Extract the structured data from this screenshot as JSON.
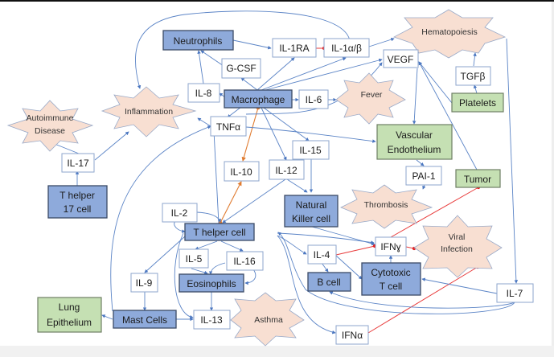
{
  "diagram": {
    "title": "Cytokine interaction network",
    "colors": {
      "cell_fill": "#8eaadb",
      "tissue_fill": "#c5e0b3",
      "condition_fill": "#f8dfd2",
      "cytokine_fill": "#ffffff",
      "activation_edge": "#5b84c6",
      "inhibition_edge": "#e83a3a",
      "bidirectional_edge": "#e07b30"
    },
    "nodes": {
      "neutrophils": {
        "label": "Neutrophils",
        "kind": "cell"
      },
      "il1ra": {
        "label": "IL-1RA",
        "kind": "cytokine"
      },
      "il1ab": {
        "label": "IL-1α/β",
        "kind": "cytokine"
      },
      "hematopoiesis": {
        "label": "Hematopoiesis",
        "kind": "condition"
      },
      "gcsf": {
        "label": "G-CSF",
        "kind": "cytokine"
      },
      "vegf": {
        "label": "VEGF",
        "kind": "cytokine"
      },
      "tgfb": {
        "label": "TGFβ",
        "kind": "cytokine"
      },
      "il8": {
        "label": "IL-8",
        "kind": "cytokine"
      },
      "macrophage": {
        "label": "Macrophage",
        "kind": "cell"
      },
      "il6": {
        "label": "IL-6",
        "kind": "cytokine"
      },
      "fever": {
        "label": "Fever",
        "kind": "condition"
      },
      "platelets": {
        "label": "Platelets",
        "kind": "tissue"
      },
      "autoimmune": {
        "label_line1": "Autoimmune",
        "label_line2": "Disease",
        "kind": "condition"
      },
      "inflammation": {
        "label": "Inflammation",
        "kind": "condition"
      },
      "tnfa": {
        "label": "TNFα",
        "kind": "cytokine"
      },
      "vascular": {
        "label_line1": "Vascular",
        "label_line2": "Endothelium",
        "kind": "tissue"
      },
      "il17": {
        "label": "IL-17",
        "kind": "cytokine"
      },
      "il15": {
        "label": "IL-15",
        "kind": "cytokine"
      },
      "il10": {
        "label": "IL-10",
        "kind": "cytokine"
      },
      "il12": {
        "label": "IL-12",
        "kind": "cytokine"
      },
      "pai1": {
        "label": "PAI-1",
        "kind": "cytokine"
      },
      "tumor": {
        "label": "Tumor",
        "kind": "tissue"
      },
      "th17": {
        "label_line1": "T helper",
        "label_line2": "17 cell",
        "kind": "cell"
      },
      "nk": {
        "label_line1": "Natural",
        "label_line2": "Killer cell",
        "kind": "cell"
      },
      "thrombosis": {
        "label": "Thrombosis",
        "kind": "condition"
      },
      "il2": {
        "label": "IL-2",
        "kind": "cytokine"
      },
      "thelper": {
        "label": "T helper cell",
        "kind": "cell"
      },
      "ifng": {
        "label": "IFNɣ",
        "kind": "cytokine"
      },
      "viral": {
        "label_line1": "Viral",
        "label_line2": "Infection",
        "kind": "condition"
      },
      "il5": {
        "label": "IL-5",
        "kind": "cytokine"
      },
      "il16": {
        "label": "IL-16",
        "kind": "cytokine"
      },
      "il4": {
        "label": "IL-4",
        "kind": "cytokine"
      },
      "il9": {
        "label": "IL-9",
        "kind": "cytokine"
      },
      "eosinophils": {
        "label": "Eosinophils",
        "kind": "cell"
      },
      "cytotoxic": {
        "label_line1": "Cytotoxic",
        "label_line2": "T cell",
        "kind": "cell"
      },
      "bcell": {
        "label": "B cell",
        "kind": "cell"
      },
      "il7": {
        "label": "IL-7",
        "kind": "cytokine"
      },
      "lung": {
        "label_line1": "Lung",
        "label_line2": "Epithelium",
        "kind": "tissue"
      },
      "mast": {
        "label": "Mast Cells",
        "kind": "cell"
      },
      "il13": {
        "label": "IL-13",
        "kind": "cytokine"
      },
      "asthma": {
        "label": "Asthma",
        "kind": "condition"
      },
      "ifna": {
        "label": "IFNα",
        "kind": "cytokine"
      }
    },
    "edges": [
      {
        "from": "neutrophils",
        "to": "il1ra",
        "type": "activation"
      },
      {
        "from": "il1ra",
        "to": "il1ab",
        "type": "inhibition"
      },
      {
        "from": "il1ab",
        "to": "hematopoiesis",
        "type": "activation"
      },
      {
        "from": "il1ab",
        "to": "inflammation",
        "type": "activation"
      },
      {
        "from": "macrophage",
        "to": "il1ra",
        "type": "activation"
      },
      {
        "from": "macrophage",
        "to": "il1ab",
        "type": "activation"
      },
      {
        "from": "macrophage",
        "to": "vegf",
        "type": "activation"
      },
      {
        "from": "macrophage",
        "to": "gcsf",
        "type": "activation"
      },
      {
        "from": "gcsf",
        "to": "neutrophils",
        "type": "activation"
      },
      {
        "from": "il8",
        "to": "neutrophils",
        "type": "activation"
      },
      {
        "from": "macrophage",
        "to": "il8",
        "type": "activation"
      },
      {
        "from": "macrophage",
        "to": "il6",
        "type": "activation"
      },
      {
        "from": "il6",
        "to": "fever",
        "type": "activation"
      },
      {
        "from": "macrophage",
        "to": "tnfa",
        "type": "activation"
      },
      {
        "from": "macrophage",
        "to": "il10",
        "type": "bidirectional"
      },
      {
        "from": "macrophage",
        "to": "il12",
        "type": "activation"
      },
      {
        "from": "macrophage",
        "to": "il15",
        "type": "activation"
      },
      {
        "from": "tnfa",
        "to": "inflammation",
        "type": "activation"
      },
      {
        "from": "tnfa",
        "to": "vascular",
        "type": "activation"
      },
      {
        "from": "vegf",
        "to": "vascular",
        "type": "activation"
      },
      {
        "from": "platelets",
        "to": "vegf",
        "type": "activation"
      },
      {
        "from": "platelets",
        "to": "tgfb",
        "type": "activation"
      },
      {
        "from": "tgfb",
        "to": "hematopoiesis",
        "type": "activation"
      },
      {
        "from": "tumor",
        "to": "vegf",
        "type": "activation"
      },
      {
        "from": "hematopoiesis",
        "to": "il7",
        "type": "activation"
      },
      {
        "from": "vascular",
        "to": "pai1",
        "type": "activation"
      },
      {
        "from": "pai1",
        "to": "thrombosis",
        "type": "activation"
      },
      {
        "from": "il17",
        "to": "autoimmune",
        "type": "activation"
      },
      {
        "from": "il17",
        "to": "inflammation",
        "type": "activation"
      },
      {
        "from": "th17",
        "to": "il17",
        "type": "activation"
      },
      {
        "from": "il15",
        "to": "nk",
        "type": "activation"
      },
      {
        "from": "il12",
        "to": "nk",
        "type": "activation"
      },
      {
        "from": "il12",
        "to": "thelper",
        "type": "activation"
      },
      {
        "from": "thelper",
        "to": "il10",
        "type": "bidirectional"
      },
      {
        "from": "thelper",
        "to": "tnfa",
        "type": "activation"
      },
      {
        "from": "il2",
        "to": "thelper",
        "type": "activation"
      },
      {
        "from": "nk",
        "to": "ifng",
        "type": "activation"
      },
      {
        "from": "thelper",
        "to": "ifng",
        "type": "activation"
      },
      {
        "from": "ifng",
        "to": "tumor",
        "type": "inhibition"
      },
      {
        "from": "ifng",
        "to": "viral",
        "type": "inhibition"
      },
      {
        "from": "il4",
        "to": "ifng",
        "type": "inhibition"
      },
      {
        "from": "cytotoxic",
        "to": "ifng",
        "type": "activation"
      },
      {
        "from": "ifna",
        "to": "viral",
        "type": "inhibition"
      },
      {
        "from": "thelper",
        "to": "il4",
        "type": "activation"
      },
      {
        "from": "il4",
        "to": "bcell",
        "type": "activation"
      },
      {
        "from": "il4",
        "to": "cytotoxic",
        "type": "activation"
      },
      {
        "from": "il7",
        "to": "cytotoxic",
        "type": "activation"
      },
      {
        "from": "il7",
        "to": "bcell",
        "type": "activation"
      },
      {
        "from": "il7",
        "to": "thelper",
        "type": "activation"
      },
      {
        "from": "thelper",
        "to": "il5",
        "type": "activation"
      },
      {
        "from": "thelper",
        "to": "il16",
        "type": "activation"
      },
      {
        "from": "il5",
        "to": "eosinophils",
        "type": "activation"
      },
      {
        "from": "il16",
        "to": "eosinophils",
        "type": "activation"
      },
      {
        "from": "thelper",
        "to": "il9",
        "type": "activation"
      },
      {
        "from": "il9",
        "to": "mast",
        "type": "activation"
      },
      {
        "from": "eosinophils",
        "to": "il13",
        "type": "activation"
      },
      {
        "from": "mast",
        "to": "il13",
        "type": "activation"
      },
      {
        "from": "mast",
        "to": "lung",
        "type": "activation"
      },
      {
        "from": "mast",
        "to": "inflammation",
        "type": "activation"
      },
      {
        "from": "thelper",
        "to": "il13",
        "type": "activation"
      },
      {
        "from": "asthma",
        "to": "il13",
        "type": "activation"
      },
      {
        "from": "thelper",
        "to": "ifna",
        "type": "activation"
      }
    ]
  }
}
